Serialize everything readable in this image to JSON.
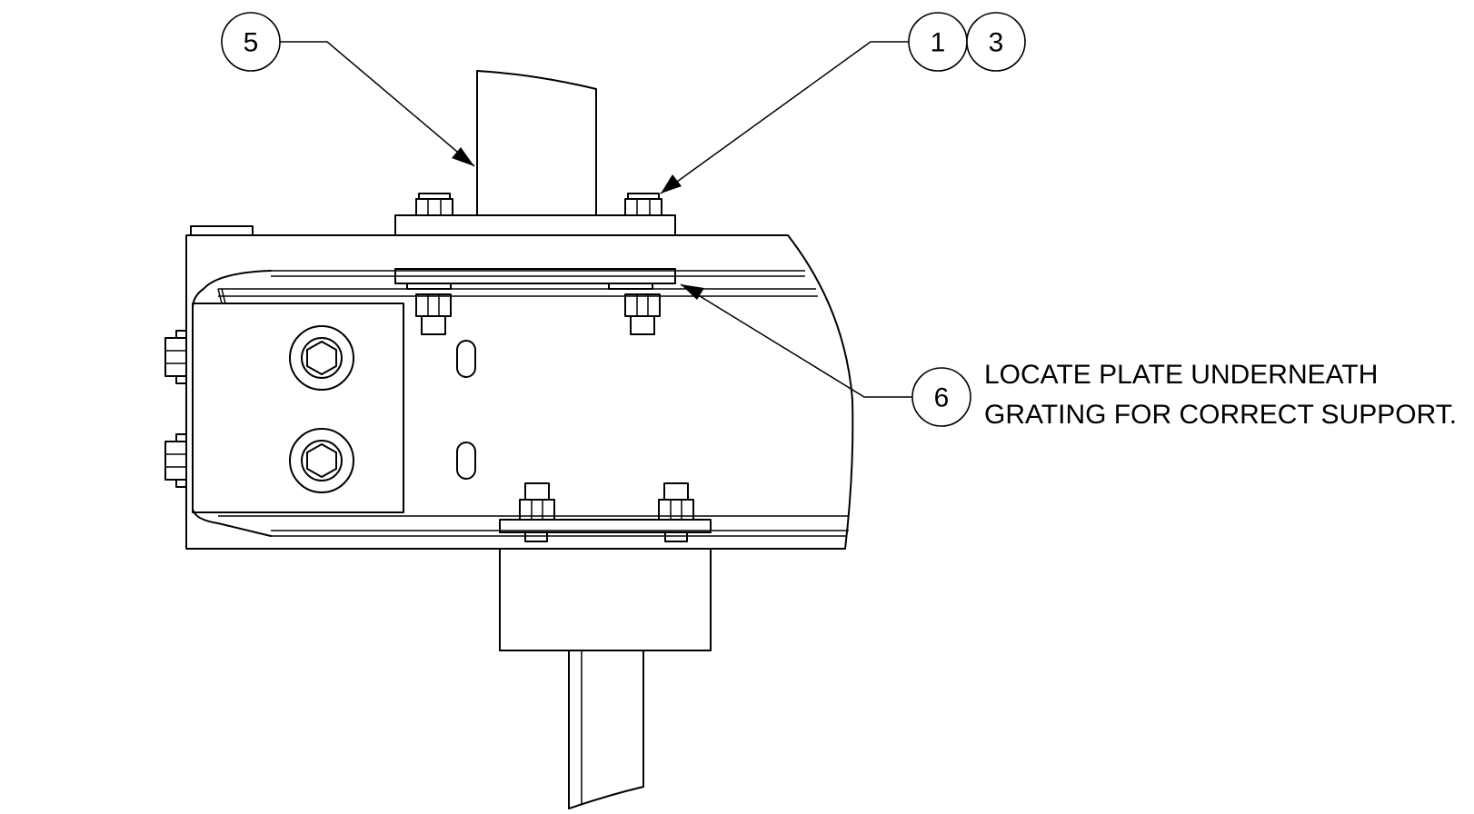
{
  "drawing": {
    "balloons": [
      {
        "id": "balloon-5",
        "label": "5"
      },
      {
        "id": "balloon-1",
        "label": "1"
      },
      {
        "id": "balloon-3",
        "label": "3"
      },
      {
        "id": "balloon-6",
        "label": "6"
      }
    ],
    "note": {
      "line1": "LOCATE PLATE UNDERNEATH",
      "line2": "GRATING FOR CORRECT SUPPORT."
    },
    "line_color": "#000000",
    "background_color": "#ffffff"
  }
}
